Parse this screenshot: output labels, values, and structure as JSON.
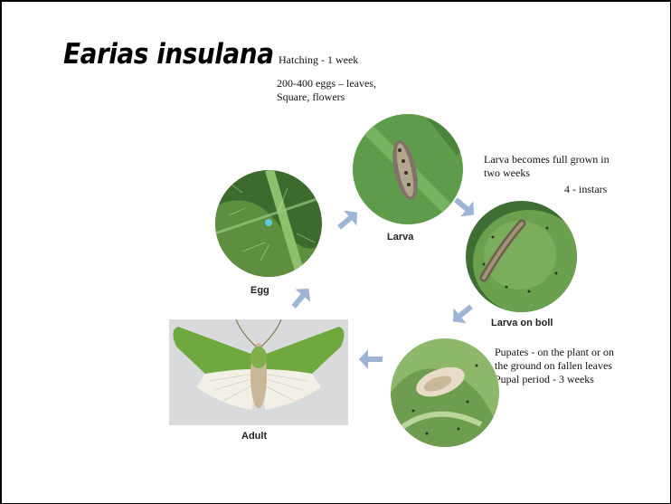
{
  "title": "Earias insulana",
  "notes": {
    "hatching": "Hatching - 1 week",
    "eggs": "200-400 eggs – leaves,\nSquare, flowers",
    "larva_growth": "Larva becomes full grown in\ntwo weeks",
    "instars": "4 - instars",
    "pupa": "Pupates - on the plant or on\nthe ground on fallen leaves\nPupal period - 3 weeks"
  },
  "stages": {
    "egg": "Egg",
    "larva": "Larva",
    "larva_on_boll": "Larva on boll",
    "adult": "Adult"
  },
  "colors": {
    "arrow": "#9db4d6",
    "leaf_green": "#5d9c4a",
    "moth_green": "#6fa83e"
  }
}
